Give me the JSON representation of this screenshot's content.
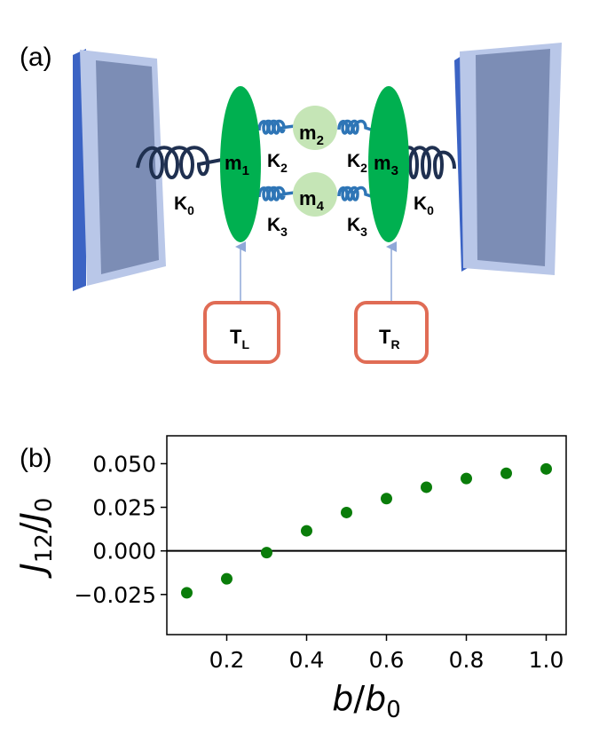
{
  "panel_a": {
    "label": "(a)",
    "masses": {
      "m1": "m",
      "m1_sub": "1",
      "m2": "m",
      "m2_sub": "2",
      "m3": "m",
      "m3_sub": "3",
      "m4": "m",
      "m4_sub": "4"
    },
    "springs": {
      "k0_left": "K",
      "k0_left_sub": "0",
      "k0_right": "K",
      "k0_right_sub": "0",
      "k2_left": "K",
      "k2_left_sub": "2",
      "k2_right": "K",
      "k2_right_sub": "2",
      "k3_left": "K",
      "k3_left_sub": "3",
      "k3_right": "K",
      "k3_right_sub": "3"
    },
    "baths": {
      "left": "T",
      "left_sub": "L",
      "right": "T",
      "right_sub": "R"
    },
    "colors": {
      "wall_face": "#7c8db5",
      "wall_edge": "#3b63c4",
      "big_mass": "#00b050",
      "small_mass": "#c5e5b6",
      "spring_k0": "#1f3050",
      "spring_inner": "#2e75b6",
      "bath_border": "#e06c55",
      "arrow": "#8fa8d8"
    }
  },
  "panel_b": {
    "label": "(b)",
    "chart_data": {
      "type": "scatter",
      "xlabel_main": "b",
      "xlabel_sep": "/",
      "xlabel_base": "b",
      "xlabel_sub": "0",
      "ylabel_main": "J",
      "ylabel_sub1": "12",
      "ylabel_sep": "/",
      "ylabel_base": "J",
      "ylabel_sub2": "0",
      "xlim": [
        0.05,
        1.05
      ],
      "ylim": [
        -0.048,
        0.066
      ],
      "xticks": [
        0.2,
        0.4,
        0.6,
        0.8,
        1.0
      ],
      "xtick_labels": [
        "0.2",
        "0.4",
        "0.6",
        "0.8",
        "1.0"
      ],
      "yticks": [
        -0.025,
        0.0,
        0.025,
        0.05
      ],
      "ytick_labels": [
        "−0.025",
        "0.000",
        "0.025",
        "0.050"
      ],
      "zero_line": true,
      "grid": false,
      "marker_color": "#0a7d0a",
      "x": [
        0.1,
        0.2,
        0.3,
        0.4,
        0.5,
        0.6,
        0.7,
        0.8,
        0.9,
        1.0
      ],
      "y": [
        -0.024,
        -0.016,
        -0.001,
        0.0115,
        0.022,
        0.03,
        0.0365,
        0.0415,
        0.0445,
        0.047
      ]
    }
  }
}
